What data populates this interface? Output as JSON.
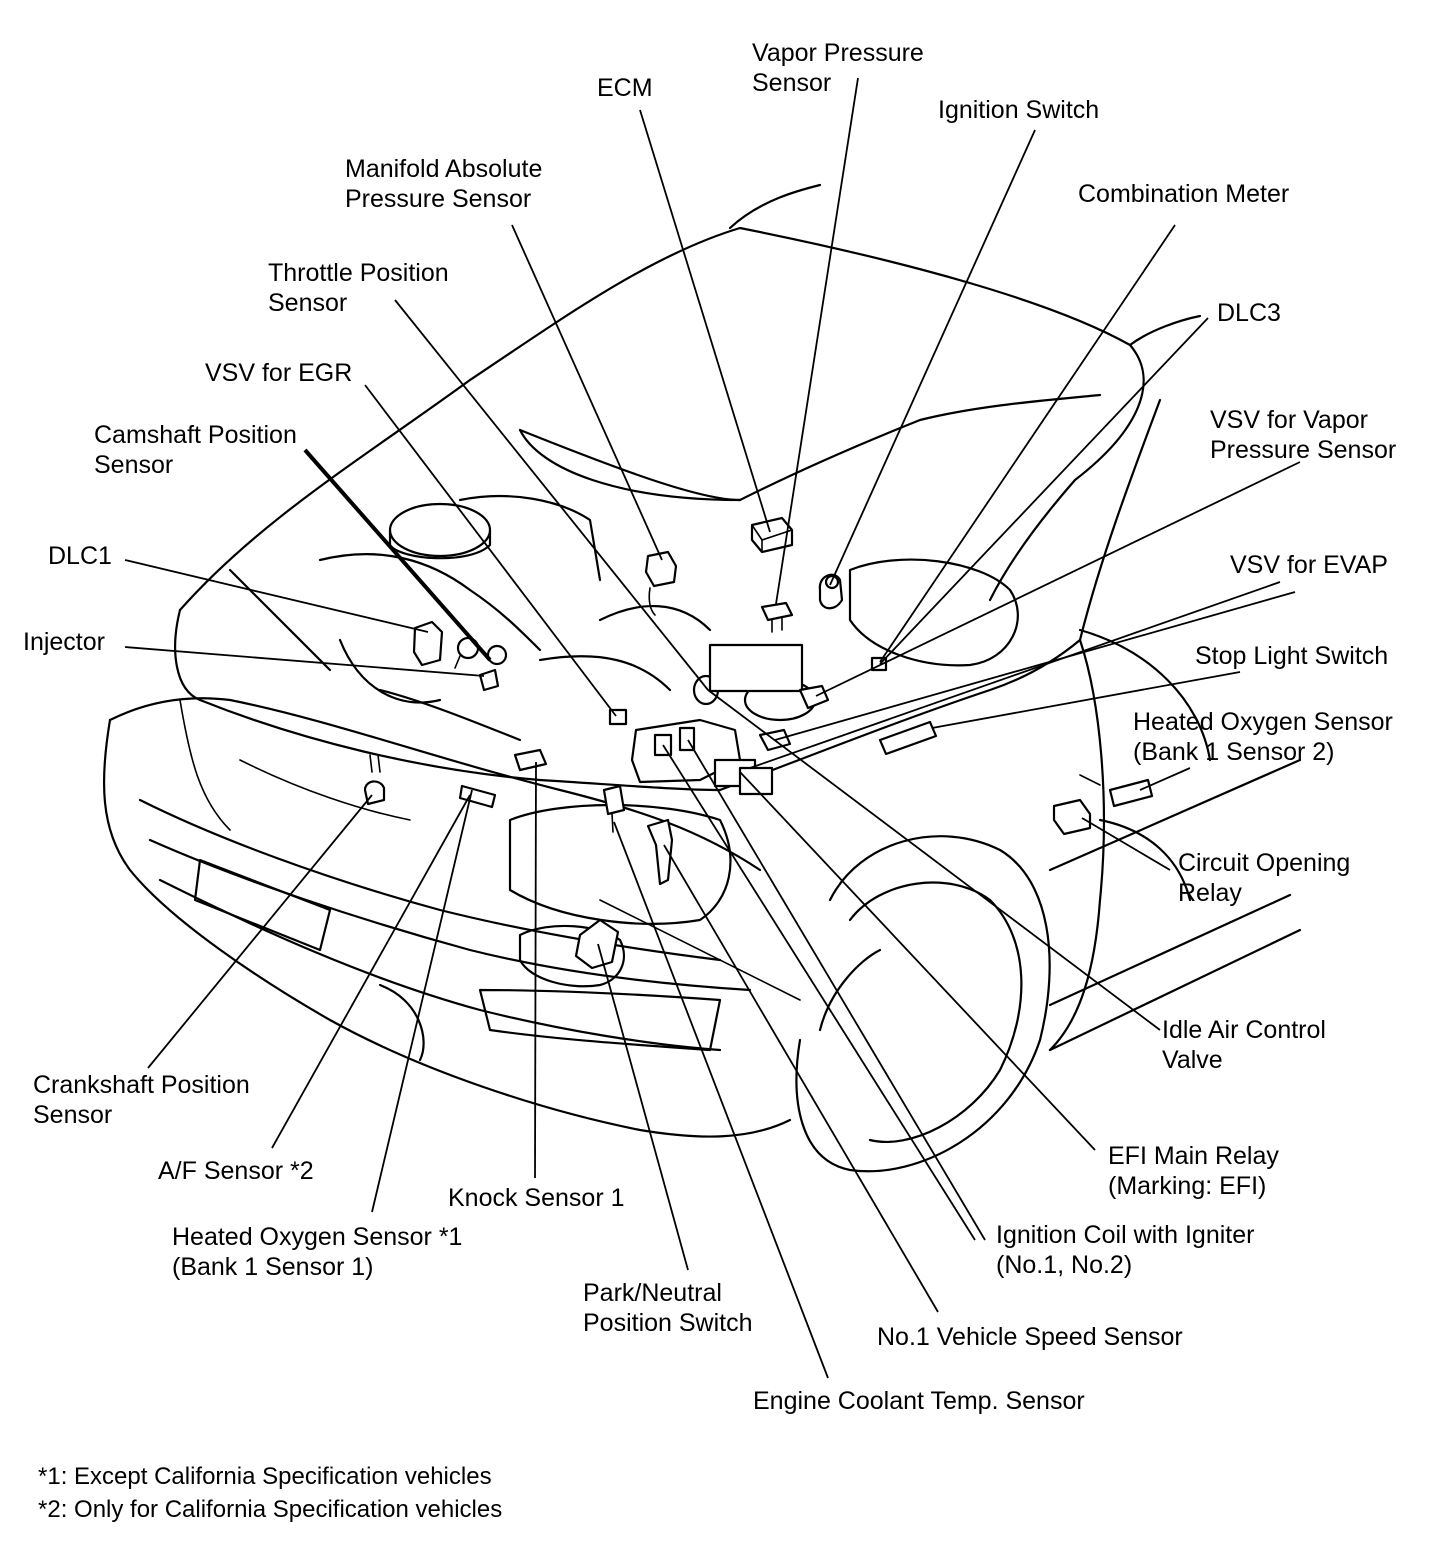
{
  "labels": {
    "ecm": "ECM",
    "vapor_pressure_sensor": "Vapor Pressure\nSensor",
    "ignition_switch": "Ignition Switch",
    "manifold_absolute_pressure_sensor": "Manifold Absolute\nPressure Sensor",
    "combination_meter": "Combination Meter",
    "throttle_position_sensor": "Throttle Position\nSensor",
    "dlc3": "DLC3",
    "vsv_for_egr": "VSV for EGR",
    "vsv_for_vapor_pressure_sensor": "VSV for Vapor\nPressure Sensor",
    "camshaft_position_sensor": "Camshaft Position\nSensor",
    "dlc1": "DLC1",
    "vsv_for_evap": "VSV for EVAP",
    "injector": "Injector",
    "stop_light_switch": "Stop Light Switch",
    "heated_oxygen_sensor_b1s2": "Heated Oxygen Sensor\n(Bank 1 Sensor 2)",
    "circuit_opening_relay": "Circuit Opening\nRelay",
    "idle_air_control_valve": "Idle Air Control\nValve",
    "crankshaft_position_sensor": "Crankshaft Position\nSensor",
    "af_sensor": "A/F Sensor *2",
    "efi_main_relay": "EFI Main Relay\n(Marking: EFI)",
    "knock_sensor_1": "Knock Sensor 1",
    "heated_oxygen_sensor_b1s1": "Heated Oxygen Sensor *1\n(Bank 1 Sensor 1)",
    "ignition_coil": "Ignition Coil with Igniter\n(No.1, No.2)",
    "park_neutral_position_switch": "Park/Neutral\nPosition Switch",
    "vehicle_speed_sensor": "No.1 Vehicle Speed Sensor",
    "engine_coolant_temp_sensor": "Engine Coolant Temp. Sensor"
  },
  "footnotes": {
    "note1": "*1: Except California Specification vehicles",
    "note2": "*2: Only for California Specification vehicles"
  }
}
